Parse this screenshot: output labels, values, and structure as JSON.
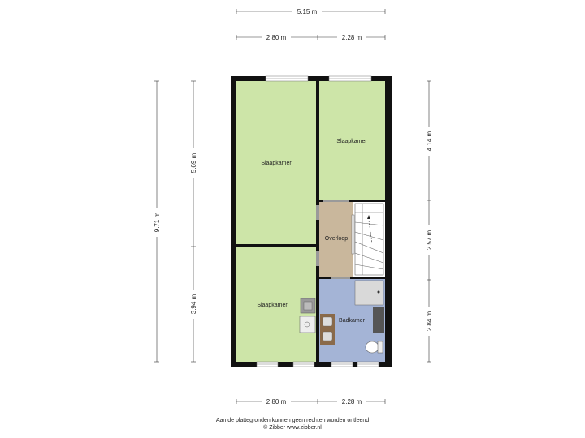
{
  "dimensions": {
    "top_total": "5.15 m",
    "top_left": "2.80 m",
    "top_right": "2.28 m",
    "bottom_left": "2.80 m",
    "bottom_right": "2.28 m",
    "left_total": "9.71 m",
    "left_upper": "5.69 m",
    "left_lower": "3.94 m",
    "right_upper": "4.14 m",
    "right_middle": "2.57 m",
    "right_lower": "2.84 m"
  },
  "rooms": {
    "bedroom_top_left": "Slaapkamer",
    "bedroom_top_right": "Slaapkamer",
    "bedroom_bottom_left": "Slaapkamer",
    "landing": "Overloop",
    "bathroom": "Badkamer"
  },
  "footer": {
    "disclaimer": "Aan de plattegronden kunnen geen rechten worden ontleend",
    "credit": "© Zibber www.zibber.nl"
  },
  "colors": {
    "bedroom": "#cde5a8",
    "landing": "#c9b79c",
    "bathroom": "#a4b4d6",
    "wall": "#111111"
  }
}
